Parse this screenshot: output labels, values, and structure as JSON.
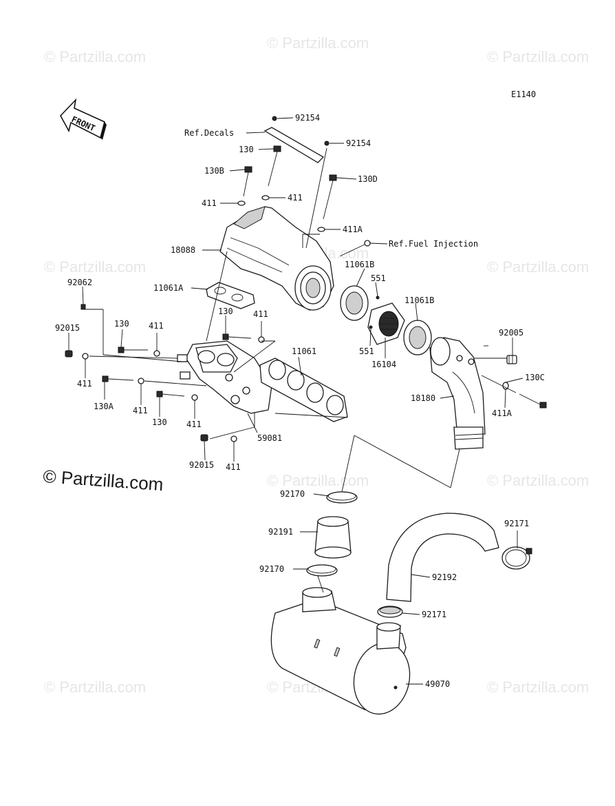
{
  "diagram": {
    "code": "E1140",
    "front_label": "FRONT",
    "brand_mark": "© Partzilla.com",
    "watermark_text": "© Partzilla.com",
    "labels": {
      "p92154a": "92154",
      "ref_decals": "Ref.Decals",
      "p92154b": "92154",
      "p130a": "130",
      "p130B": "130B",
      "p130D": "130D",
      "p411a": "411",
      "p411b": "411",
      "p411A": "411A",
      "ref_fuel": "Ref.Fuel Injection",
      "p18088": "18088",
      "p11061B_a": "11061B",
      "p551a": "551",
      "p92062": "92062",
      "p11061A": "11061A",
      "p11061B_b": "11061B",
      "p130b": "130",
      "p411c": "411",
      "p92015a": "92015",
      "p130c": "130",
      "p411d": "411",
      "p11061": "11061",
      "p551b": "551",
      "p16104": "16104",
      "p92005": "92005",
      "p411e": "411",
      "p130C": "130C",
      "p130A": "130A",
      "p411f": "411",
      "p130d": "130",
      "p411g": "411",
      "p18180": "18180",
      "p411A_b": "411A",
      "p59081": "59081",
      "p92015b": "92015",
      "p411h": "411",
      "p92170a": "92170",
      "p92171a": "92171",
      "p92191": "92191",
      "p92170b": "92170",
      "p92192": "92192",
      "p92171b": "92171",
      "p49070": "49070"
    }
  }
}
